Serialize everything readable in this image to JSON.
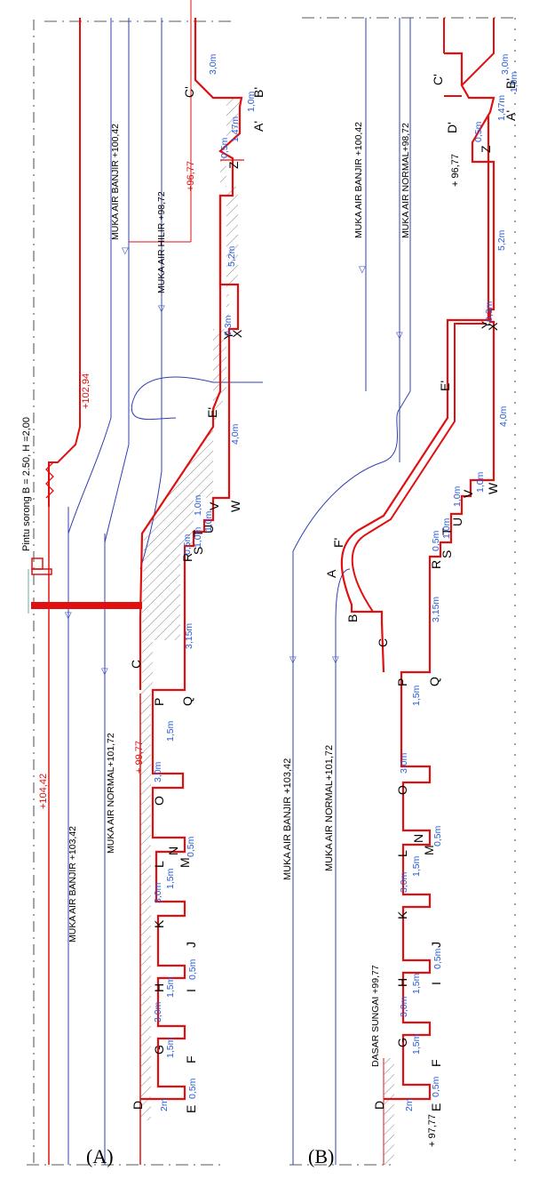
{
  "panel_a": {
    "caption": "(A)",
    "gate": "Pintu sorong B = 2.50, H =2,00",
    "el_104": "+104,42",
    "el_102": "+102,94",
    "el_9977": "+ 99,77",
    "el_9677": "+96,77",
    "banjir_hulu": "MUKA AIR BANJIR +103,42",
    "normal_hulu": "MUKA AIR NORMAL+101,72",
    "banjir_hilir": "MUKA AIR BANJIR +100,42",
    "hilir": "MUKA AIR HILIR +98,72",
    "points": [
      "D",
      "E",
      "F",
      "G",
      "H",
      "I",
      "J",
      "K",
      "L",
      "M",
      "N",
      "O",
      "P",
      "Q",
      "R",
      "S",
      "T",
      "U",
      "V",
      "W",
      "X",
      "Y",
      "Z",
      "A'",
      "B'",
      "C'",
      "E'",
      "C"
    ],
    "dims": [
      "2m",
      "0,5m",
      "1,5m",
      "3,0m",
      "1,5m",
      "0,5m",
      "3,0m",
      "1,5m",
      "0,5m",
      "3,0m",
      "1,5m",
      "3,15m",
      "0,5m",
      "1,0m",
      "1,0m",
      "1,0m",
      "4,0m",
      "0,3m",
      "5,2m",
      "0,5m",
      "1,47m",
      "1,0m",
      "3,0m"
    ]
  },
  "panel_b": {
    "caption": "(B)",
    "el_9777": "+ 97,77",
    "el_9677": "+ 96,77",
    "dasar": "DASAR SUNGAI +99,77",
    "banjir_hulu": "MUKA AIR BANJIR +103,42",
    "normal_hulu": "MUKA AIR NORMAL+101,72",
    "banjir_hilir": "MUKA AIR BANJIR +100,42",
    "normal_hilir": "MUKA AIR NORMAL+98,72",
    "points": [
      "D",
      "E",
      "F",
      "G",
      "H",
      "I",
      "J",
      "K",
      "L",
      "M",
      "N",
      "O",
      "P",
      "Q",
      "C",
      "B",
      "A",
      "F'",
      "R",
      "S",
      "T",
      "U",
      "V",
      "W",
      "E'",
      "X",
      "Y",
      "Z",
      "A'",
      "B'",
      "C'",
      "D'"
    ],
    "dims": [
      "2m",
      "0,5m",
      "1,5m",
      "3,0m",
      "1,5m",
      "0,5m",
      "3,0m",
      "1,5m",
      "0,5m",
      "3,0m",
      "1,5m",
      "3,15m",
      "0,5m",
      "1,0m",
      "1,0m",
      "1,0m",
      "4,0m",
      "0,3m",
      "5,2m",
      "0,5m",
      "1,47m",
      "1,0m",
      "3,0m"
    ]
  },
  "colors": {
    "structure": "#e01010",
    "water": "#3040b0",
    "dim": "#2a5bd7",
    "label": "#000000"
  }
}
